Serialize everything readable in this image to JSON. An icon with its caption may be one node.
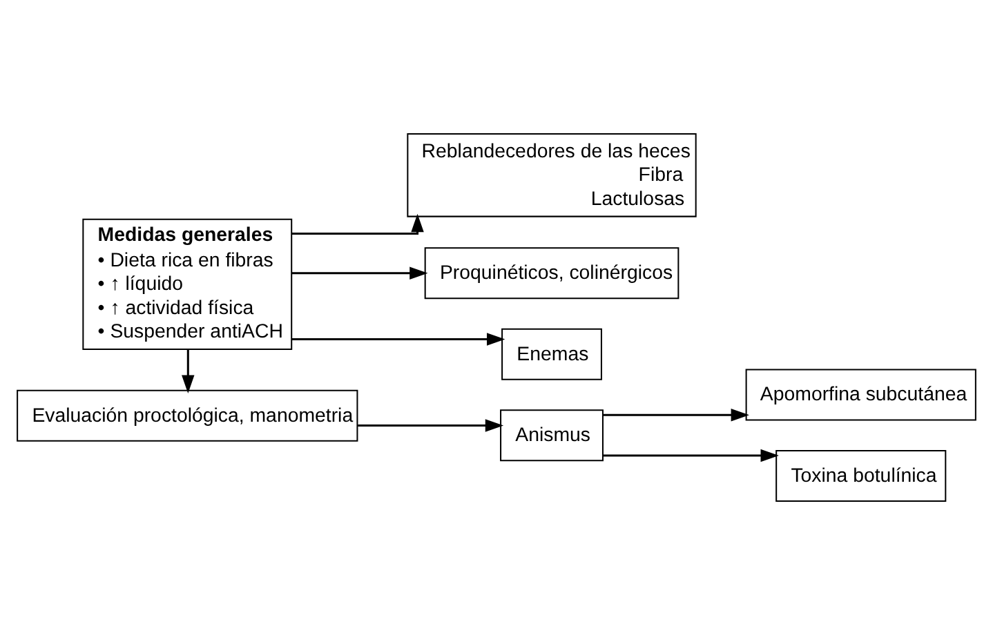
{
  "diagram": {
    "nodes": [
      {
        "text": [
          "Medidas generales",
          "• Dieta rica en fibras",
          "• ↑ líquido",
          "• ↑ actividad física",
          "• Suspender antiACH"
        ]
      },
      {
        "text": [
          "Reblandecedores de las heces",
          "Fibra",
          "Lactulosas"
        ]
      },
      {
        "text": [
          "Proquinéticos, colinérgicos"
        ]
      },
      {
        "text": [
          "Enemas"
        ]
      },
      {
        "text": [
          "Evaluación proctológica, manometria"
        ]
      },
      {
        "text": [
          "Anismus"
        ]
      },
      {
        "text": [
          "Apomorfina subcutánea"
        ]
      },
      {
        "text": [
          "Toxina botulínica"
        ]
      }
    ],
    "edges": [
      {
        "from": 0,
        "to": 1,
        "arrow": "to"
      },
      {
        "from": 0,
        "to": 2,
        "arrow": "to"
      },
      {
        "from": 0,
        "to": 3,
        "arrow": "to"
      },
      {
        "from": 0,
        "to": 4,
        "arrow": "to"
      },
      {
        "from": 4,
        "to": 5,
        "arrow": "to"
      },
      {
        "from": 5,
        "to": 6,
        "arrow": "to"
      },
      {
        "from": 5,
        "to": 7,
        "arrow": "to"
      }
    ]
  }
}
